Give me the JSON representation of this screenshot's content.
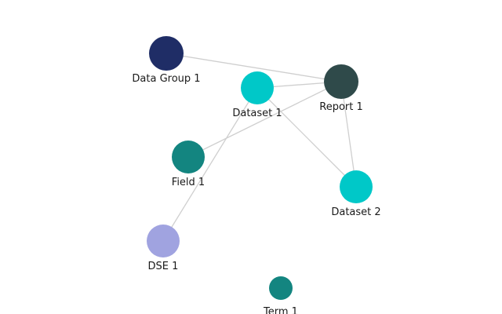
{
  "graph": {
    "nodes": [
      {
        "id": "data-group-1",
        "label": "Data Group 1",
        "color": "#1f2d66"
      },
      {
        "id": "dataset-1",
        "label": "Dataset 1",
        "color": "#00c8c8"
      },
      {
        "id": "report-1",
        "label": "Report 1",
        "color": "#2f4a4a"
      },
      {
        "id": "field-1",
        "label": "Field 1",
        "color": "#138580"
      },
      {
        "id": "dataset-2",
        "label": "Dataset 2",
        "color": "#00c8c8"
      },
      {
        "id": "dse-1",
        "label": "DSE 1",
        "color": "#a0a3e0"
      },
      {
        "id": "term-1",
        "label": "Term 1",
        "color": "#138580"
      }
    ],
    "edges": [
      {
        "source": "data-group-1",
        "target": "report-1"
      },
      {
        "source": "dataset-1",
        "target": "report-1"
      },
      {
        "source": "field-1",
        "target": "report-1"
      },
      {
        "source": "dataset-1",
        "target": "dse-1"
      },
      {
        "source": "dataset-1",
        "target": "dataset-2"
      },
      {
        "source": "report-1",
        "target": "dataset-2"
      }
    ]
  }
}
